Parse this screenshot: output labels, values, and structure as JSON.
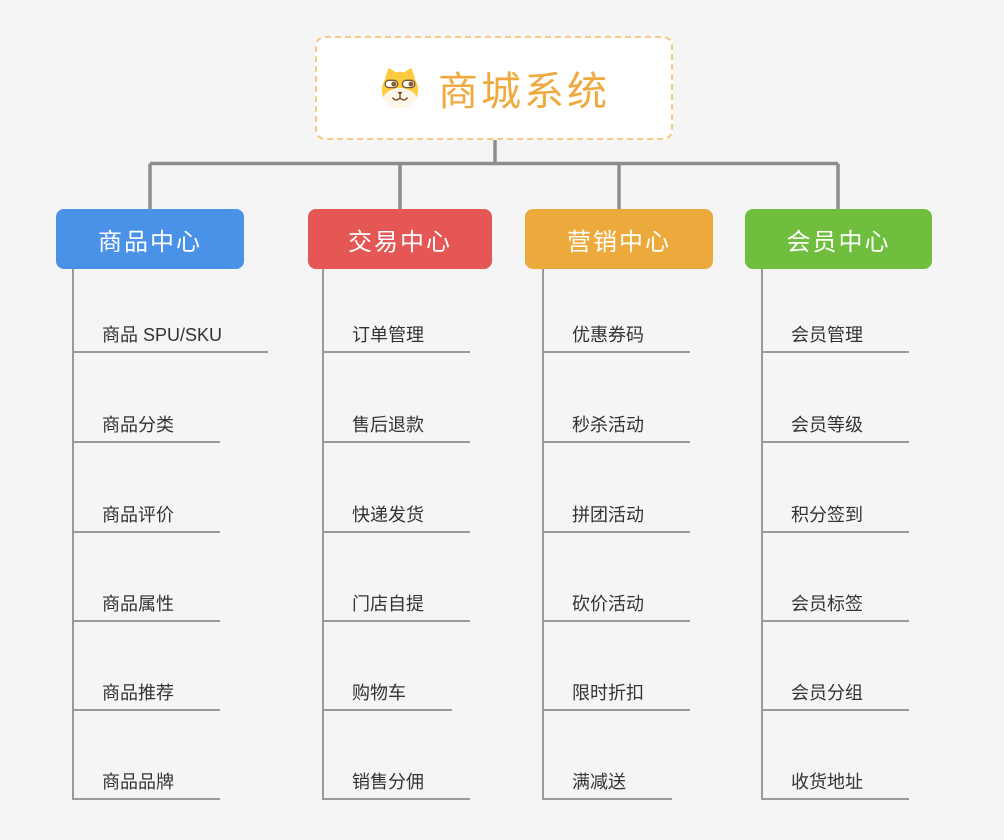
{
  "root": {
    "title": "商城系统",
    "icon": "dog-face-icon"
  },
  "branches": [
    {
      "label": "商品中心",
      "color": "#4a91e8",
      "items": [
        "商品 SPU/SKU",
        "商品分类",
        "商品评价",
        "商品属性",
        "商品推荐",
        "商品品牌"
      ]
    },
    {
      "label": "交易中心",
      "color": "#e45754",
      "items": [
        "订单管理",
        "售后退款",
        "快递发货",
        "门店自提",
        "购物车",
        "销售分佣"
      ]
    },
    {
      "label": "营销中心",
      "color": "#edaa3c",
      "items": [
        "优惠券码",
        "秒杀活动",
        "拼团活动",
        "砍价活动",
        "限时折扣",
        "满减送"
      ]
    },
    {
      "label": "会员中心",
      "color": "#6fbe3d",
      "items": [
        "会员管理",
        "会员等级",
        "积分签到",
        "会员标签",
        "会员分组",
        "收货地址"
      ]
    }
  ],
  "colors": {
    "background": "#f5f5f6",
    "root_border": "#f5c988",
    "root_title": "#efa93f",
    "connector": "#8d8d8d",
    "rail": "#9a9a9a",
    "leaf_text": "#333333"
  }
}
